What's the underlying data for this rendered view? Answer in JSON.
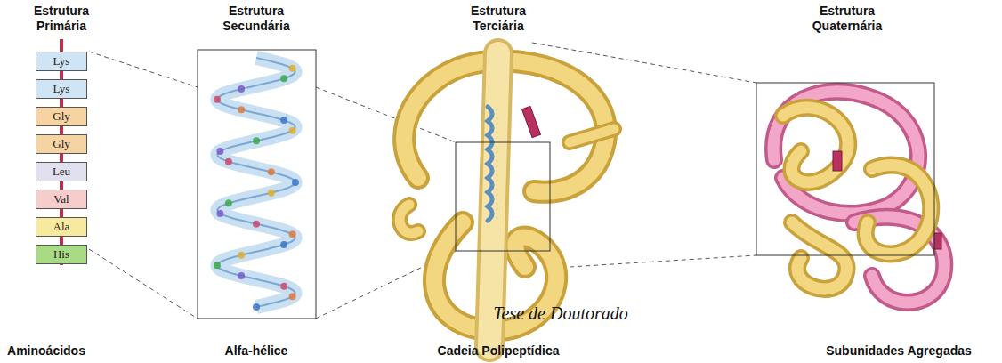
{
  "diagram": {
    "nodes": [
      {
        "text": [
          "Lys"
        ]
      },
      {
        "text": [
          "Lys"
        ]
      },
      {
        "text": [
          "Gly"
        ]
      },
      {
        "text": [
          "Gly"
        ]
      },
      {
        "text": [
          "Leu"
        ]
      },
      {
        "text": [
          "Val"
        ]
      },
      {
        "text": [
          "Ala"
        ]
      },
      {
        "text": [
          "His"
        ]
      }
    ],
    "edges": [
      {
        "from": 0,
        "to": 1,
        "arrow": "none"
      },
      {
        "from": 1,
        "to": 2,
        "arrow": "none"
      },
      {
        "from": 2,
        "to": 3,
        "arrow": "none"
      },
      {
        "from": 3,
        "to": 4,
        "arrow": "none"
      },
      {
        "from": 4,
        "to": 5,
        "arrow": "none"
      },
      {
        "from": 5,
        "to": 6,
        "arrow": "none"
      },
      {
        "from": 6,
        "to": 7,
        "arrow": "none"
      }
    ],
    "labels": [
      "Estrutura Primária",
      "Estrutura Secundária",
      "Estrutura Terciária",
      "Estrutura Quaternária",
      "Aminoácidos",
      "Alfa-hélice",
      "Cadeia Polipeptídica",
      "Subunidades Agregadas",
      "Tese de Doutorado"
    ]
  }
}
